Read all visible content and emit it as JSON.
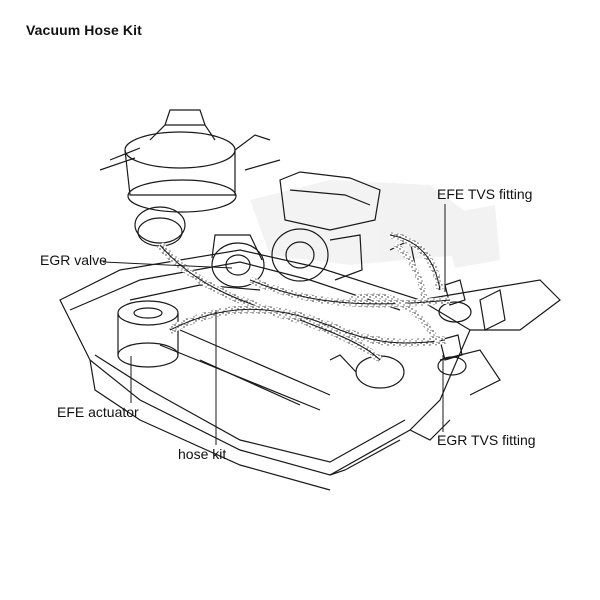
{
  "title": "Vacuum Hose Kit",
  "labels": {
    "egr_valve": "EGR valve",
    "efe_actuator": "EFE actuator",
    "hose_kit": "hose kit",
    "efe_tvs_fitting": "EFE TVS fitting",
    "egr_tvs_fitting": "EGR TVS fitting"
  }
}
